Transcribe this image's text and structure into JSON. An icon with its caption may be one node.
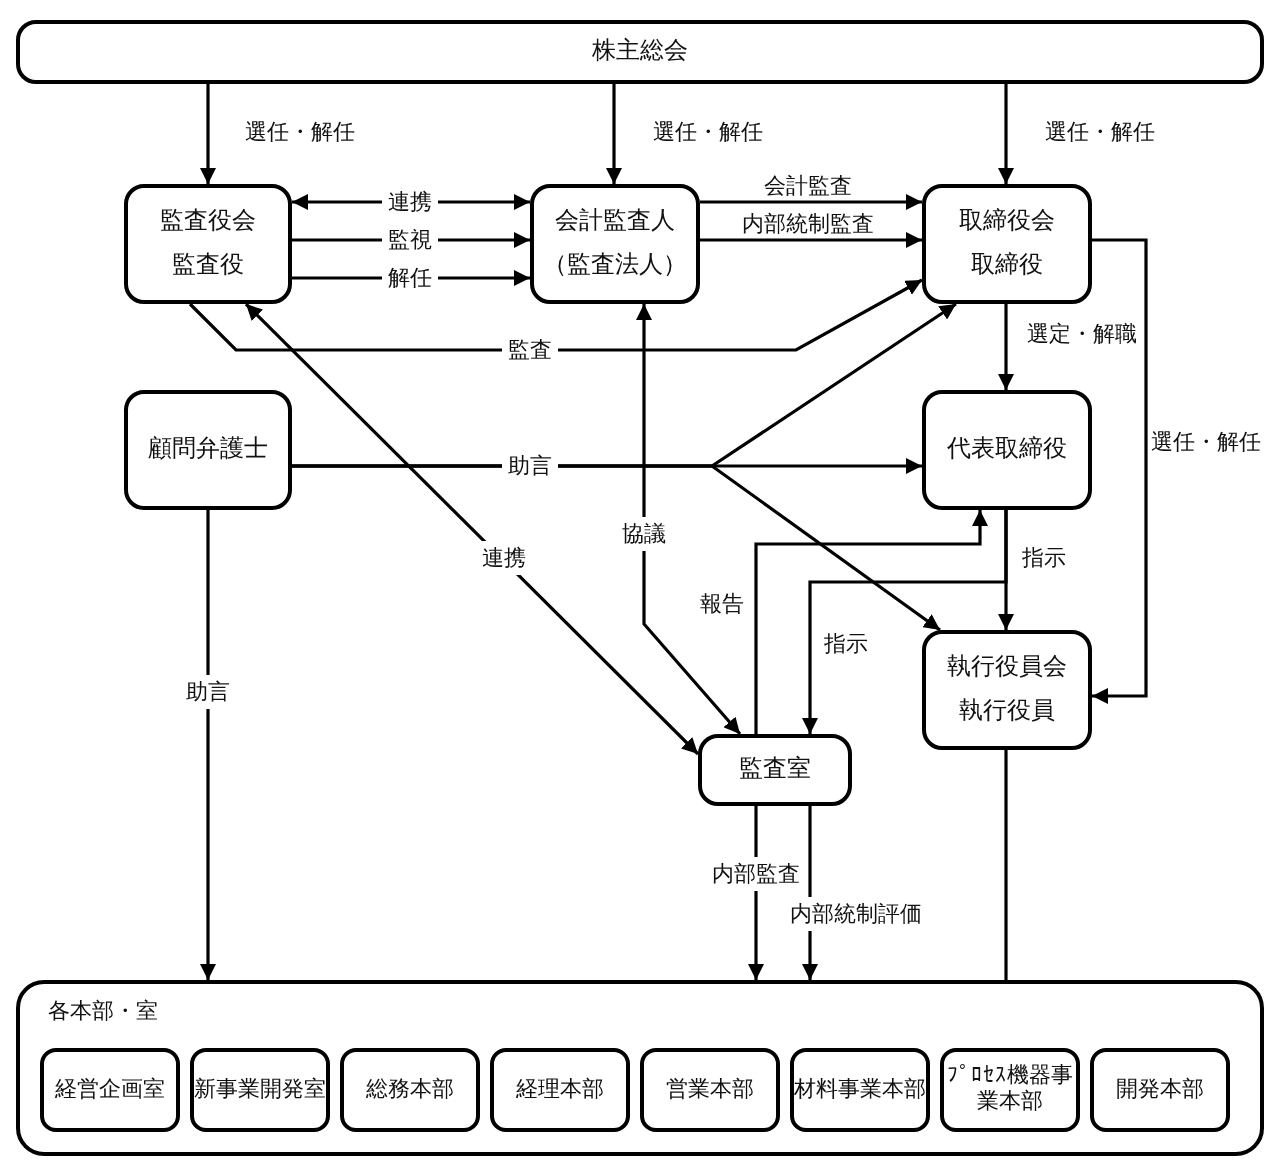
{
  "diagram": {
    "nodes": [
      {
        "text": [
          "株主総会"
        ]
      },
      {
        "text": [
          "監査役会",
          "監査役"
        ]
      },
      {
        "text": [
          "会計監査人",
          "（監査法人）"
        ]
      },
      {
        "text": [
          "取締役会",
          "取締役"
        ]
      },
      {
        "text": [
          "顧問弁護士"
        ]
      },
      {
        "text": [
          "代表取締役"
        ]
      },
      {
        "text": [
          "執行役員会",
          "執行役員"
        ]
      },
      {
        "text": [
          "監査室"
        ]
      },
      {
        "text": [
          "各本部・室"
        ]
      },
      {
        "text": [
          "経営企画室"
        ],
        "in": 8
      },
      {
        "text": [
          "新事業開発室"
        ],
        "in": 8
      },
      {
        "text": [
          "総務本部"
        ],
        "in": 8
      },
      {
        "text": [
          "経理本部"
        ],
        "in": 8
      },
      {
        "text": [
          "営業本部"
        ],
        "in": 8
      },
      {
        "text": [
          "材料事業本部"
        ],
        "in": 8
      },
      {
        "text": [
          "ﾌﾟﾛｾｽ機器事業本部"
        ],
        "in": 8
      },
      {
        "text": [
          "開発本部"
        ],
        "in": 8
      }
    ],
    "edges": [
      {
        "from": 0,
        "to": 1,
        "arrow": "to",
        "label": "選任・解任"
      },
      {
        "from": 0,
        "to": 2,
        "arrow": "to",
        "label": "選任・解任"
      },
      {
        "from": 0,
        "to": 3,
        "arrow": "to",
        "label": "選任・解任"
      },
      {
        "from": 1,
        "to": 2,
        "arrow": "both",
        "label": "連携"
      },
      {
        "from": 1,
        "to": 2,
        "arrow": "to",
        "label": "監視"
      },
      {
        "from": 1,
        "to": 2,
        "arrow": "to",
        "label": "解任"
      },
      {
        "from": 2,
        "to": 3,
        "arrow": "to",
        "label": "会計監査"
      },
      {
        "from": 2,
        "to": 3,
        "arrow": "to",
        "label": "内部統制監査"
      },
      {
        "from": 1,
        "to": 3,
        "arrow": "to",
        "label": "監査"
      },
      {
        "from": 4,
        "to": 5,
        "arrow": "to",
        "label": "助言"
      },
      {
        "from": 4,
        "to": 3,
        "arrow": "to"
      },
      {
        "from": 4,
        "to": 6,
        "arrow": "to"
      },
      {
        "from": 4,
        "to": 8,
        "arrow": "to",
        "label": "助言"
      },
      {
        "from": 1,
        "to": 7,
        "arrow": "both",
        "label": "連携"
      },
      {
        "from": 2,
        "to": 7,
        "arrow": "both",
        "label": "協議"
      },
      {
        "from": 7,
        "to": 5,
        "arrow": "to",
        "label": "報告"
      },
      {
        "from": 5,
        "to": 6,
        "arrow": "to",
        "label": "指示"
      },
      {
        "from": 5,
        "to": 7,
        "arrow": "to",
        "label": "指示"
      },
      {
        "from": 7,
        "to": 8,
        "arrow": "to",
        "label": "内部監査"
      },
      {
        "from": 7,
        "to": 8,
        "arrow": "to",
        "label": "内部統制評価"
      },
      {
        "from": 3,
        "to": 6,
        "arrow": "to",
        "label": "選任・解任"
      },
      {
        "from": 6,
        "to": 8,
        "arrow": "none"
      },
      {
        "from": 3,
        "to": 5,
        "arrow": "to",
        "label": "選定・解職"
      }
    ]
  }
}
